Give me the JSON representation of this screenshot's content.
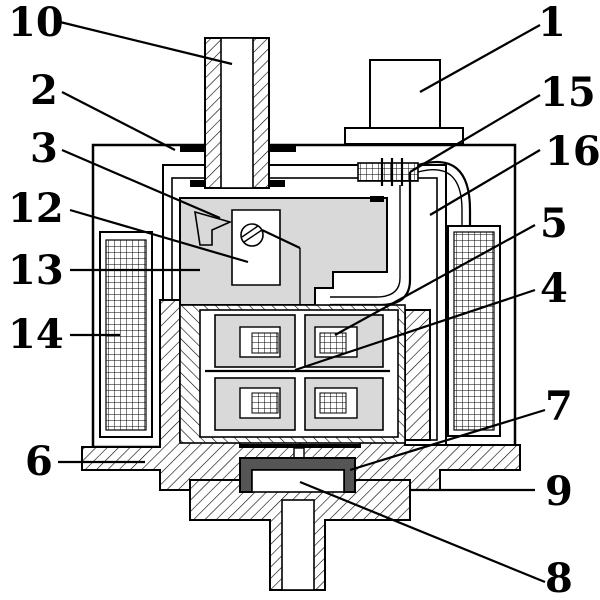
{
  "diagram": {
    "labels": [
      {
        "id": "label-10",
        "text": "10"
      },
      {
        "id": "label-1",
        "text": "1"
      },
      {
        "id": "label-2",
        "text": "2"
      },
      {
        "id": "label-15",
        "text": "15"
      },
      {
        "id": "label-3",
        "text": "3"
      },
      {
        "id": "label-16",
        "text": "16"
      },
      {
        "id": "label-12",
        "text": "12"
      },
      {
        "id": "label-5",
        "text": "5"
      },
      {
        "id": "label-13",
        "text": "13"
      },
      {
        "id": "label-4",
        "text": "4"
      },
      {
        "id": "label-14",
        "text": "14"
      },
      {
        "id": "label-7",
        "text": "7"
      },
      {
        "id": "label-6",
        "text": "6"
      },
      {
        "id": "label-9",
        "text": "9"
      },
      {
        "id": "label-8",
        "text": "8"
      }
    ],
    "colors": {
      "ink": "#000000",
      "paper": "#ffffff",
      "light_fill": "#d9d9d9",
      "dark_fill": "#555555"
    }
  }
}
